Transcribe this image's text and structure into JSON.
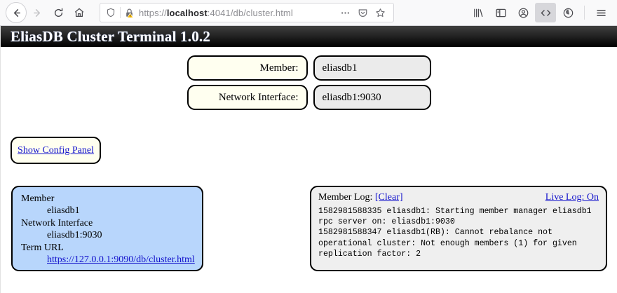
{
  "browser": {
    "nav": {
      "back": "back-arrow",
      "forward": "forward-arrow",
      "reload": "reload",
      "home": "home"
    },
    "urlbar": {
      "shield_icon": "shield-icon",
      "security_icon": "lock-warning-icon",
      "url_scheme": "https://",
      "url_host": "localhost",
      "url_rest": ":4041/db/cluster.html",
      "full_url": "https://localhost:4041/db/cluster.html",
      "page_actions_icon": "ellipsis-icon",
      "pocket_icon": "pocket-icon",
      "bookmark_icon": "star-icon"
    },
    "toolbar_icons": [
      "library-icon",
      "sidebar-icon",
      "account-icon",
      "developer-tools-icon",
      "sync-icon",
      "menu-icon"
    ]
  },
  "app": {
    "title": "EliasDB Cluster Terminal 1.0.2",
    "fields": [
      {
        "label": "Member:",
        "value": "eliasdb1"
      },
      {
        "label": "Network Interface:",
        "value": "eliasdb1:9030"
      }
    ],
    "config_button": {
      "label": "Show Config Panel"
    },
    "member_panel": {
      "member_label": "Member",
      "member_value": "eliasdb1",
      "network_label": "Network Interface",
      "network_value": "eliasdb1:9030",
      "term_url_label": "Term URL",
      "term_url_value": "https://127.0.0.1:9090/db/cluster.html"
    },
    "log_panel": {
      "title": "Member Log:",
      "clear_label": "[Clear]",
      "live_log_label": "Live Log: On",
      "entries": "1582981588335 eliasdb1: Starting member manager eliasdb1 rpc server on: eliasdb1:9030\n1582981588347 eliasdb1(RB): Cannot rebalance not operational cluster: Not enough members (1) for given replication factor: 2"
    }
  },
  "colors": {
    "title_bar": "#000000",
    "label_bg": "#fffff0",
    "value_bg": "#ebebeb",
    "member_panel_bg": "#b8d6fc",
    "log_panel_bg": "#efefef",
    "link": "#1414cc"
  }
}
